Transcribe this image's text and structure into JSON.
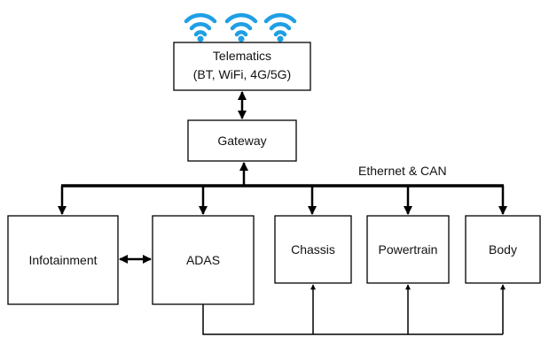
{
  "colors": {
    "wifi": "#1f9fe4",
    "line": "#000000",
    "box": "#000000",
    "text": "#111111"
  },
  "icons": [
    "wifi-icon",
    "wifi-icon",
    "wifi-icon"
  ],
  "telematics": {
    "line1": "Telematics",
    "line2": "(BT, WiFi, 4G/5G)"
  },
  "gateway": {
    "label": "Gateway"
  },
  "bus": {
    "label": "Ethernet & CAN"
  },
  "ecus": {
    "infotainment": "Infotainment",
    "adas": "ADAS",
    "chassis": "Chassis",
    "powertrain": "Powertrain",
    "body": "Body"
  }
}
